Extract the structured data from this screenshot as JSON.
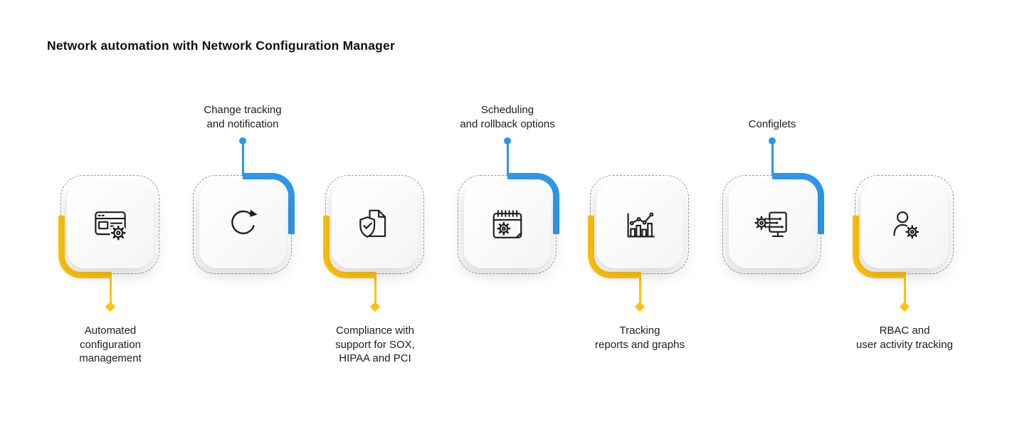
{
  "title": "Network automation with Network Configuration Manager",
  "colors": {
    "yellow": "#FFC20E",
    "blue": "#2E96E8",
    "icon": "#1F1F1F",
    "dash": "#9C9C9C",
    "text": "#1D1D1D"
  },
  "cards": [
    {
      "label": "Automated\nconfiguration\nmanagement",
      "label_position": "bottom",
      "connector_color": "yellow",
      "icon": "browser-gear-icon"
    },
    {
      "label": "Change tracking\nand notification",
      "label_position": "top",
      "connector_color": "blue",
      "icon": "sync-arrows-icon"
    },
    {
      "label": "Compliance with\nsupport for SOX,\nHIPAA and PCI",
      "label_position": "bottom",
      "connector_color": "yellow",
      "icon": "shield-document-icon"
    },
    {
      "label": "Scheduling\nand rollback options",
      "label_position": "top",
      "connector_color": "blue",
      "icon": "calendar-gear-icon"
    },
    {
      "label": "Tracking\nreports and graphs",
      "label_position": "bottom",
      "connector_color": "yellow",
      "icon": "bar-chart-icon"
    },
    {
      "label": "Configlets",
      "label_position": "top",
      "connector_color": "blue",
      "icon": "gear-circuit-monitor-icon"
    },
    {
      "label": "RBAC and\nuser activity tracking",
      "label_position": "bottom",
      "connector_color": "yellow",
      "icon": "user-gear-icon"
    }
  ]
}
